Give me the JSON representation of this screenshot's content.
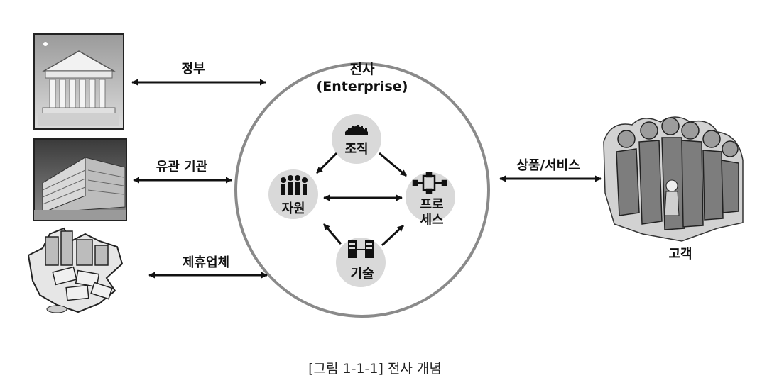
{
  "center": {
    "title": "전사",
    "subtitle": "(Enterprise)",
    "nodes": {
      "organization": "조직",
      "resources": "자원",
      "process_line1": "프로",
      "process_line2": "세스",
      "technology": "기술"
    }
  },
  "stakeholders": {
    "government": "정부",
    "related_agencies": "유관 기관",
    "partners": "제휴업체",
    "products_services": "상품/서비스",
    "customers": "고객"
  },
  "caption": "[그림 1-1-1] 전사 개념",
  "icons": [
    "government-building-image",
    "office-building-image",
    "partner-city-image",
    "customer-crowd-image",
    "organization-icon",
    "resources-people-icon",
    "process-icon",
    "technology-icon"
  ],
  "colors": {
    "ink": "#111111",
    "circle_stroke": "#8a8a8a",
    "node_fill": "#d9d9d9"
  }
}
